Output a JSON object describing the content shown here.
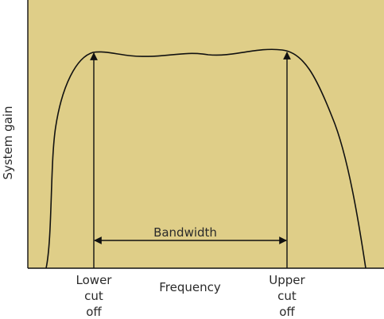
{
  "diagram": {
    "y_axis_label": "System gain",
    "x_axis_label": "Frequency",
    "bandwidth_label": "Bandwidth",
    "lower_cutoff": {
      "line1": "Lower",
      "line2": "cut",
      "line3": "off"
    },
    "upper_cutoff": {
      "line1": "Upper",
      "line2": "cut",
      "line3": "off"
    },
    "colors": {
      "plot_background": "#dfce88",
      "curve": "#111111",
      "axis": "#111111",
      "text": "#2a2a2a"
    }
  }
}
